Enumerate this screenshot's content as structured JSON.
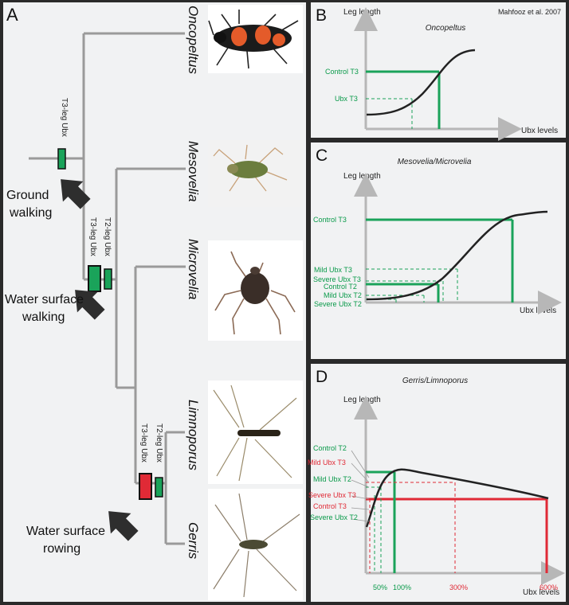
{
  "colors": {
    "frame": "#2b2b2b",
    "panel_bg": "#f1f2f3",
    "tree_gray": "#9a9a9a",
    "green": "#1aa35a",
    "green_text": "#0a9a4a",
    "red": "#e02a36",
    "axis_gray": "#b7b7b7",
    "curve": "#222222",
    "arrow": "#2e2e2e"
  },
  "panel_a": {
    "letter": "A",
    "taxa": [
      "Oncopeltus",
      "Mesovelia",
      "Microvelia",
      "Limnoporus",
      "Gerris"
    ],
    "arrow_labels": {
      "ground_1": "Ground",
      "ground_2": "walking",
      "surface_walk_1": "Water surface",
      "surface_walk_2": "walking",
      "surface_row_1": "Water surface",
      "surface_row_2": "rowing"
    },
    "box_labels": {
      "t3_leg_ubx": "T3-leg Ubx",
      "t2_leg_ubx": "T2-leg Ubx"
    },
    "icons": [
      "oncopeltus-bug-photo",
      "mesovelia-bug-photo",
      "microvelia-bug-photo",
      "limnoporus-strider-photo",
      "gerris-strider-photo"
    ]
  },
  "panel_b": {
    "letter": "B",
    "citation": "Mahfooz et al. 2007",
    "ylabel": "Leg length",
    "xlabel": "Ubx levels",
    "title": "Oncopeltus",
    "labels": [
      "Control T3",
      "Ubx T3"
    ]
  },
  "panel_c": {
    "letter": "C",
    "ylabel": "Leg length",
    "xlabel": "Ubx levels",
    "title": "Mesovelia/Microvelia",
    "labels": [
      "Control T3",
      "Mild Ubx T3",
      "Severe Ubx T3",
      "Control T2",
      "Mild Ubx T2",
      "Severe Ubx T2"
    ]
  },
  "panel_d": {
    "letter": "D",
    "ylabel": "Leg length",
    "xlabel": "Ubx levels",
    "title": "Gerris/Limnoporus",
    "labels": [
      {
        "text": "Control T2",
        "tone": "green"
      },
      {
        "text": "Mild Ubx T3",
        "tone": "red"
      },
      {
        "text": "Mild Ubx T2",
        "tone": "green"
      },
      {
        "text": "Severe Ubx T3",
        "tone": "red"
      },
      {
        "text": "Control T3",
        "tone": "red"
      },
      {
        "text": "Severe Ubx T2",
        "tone": "green"
      }
    ],
    "ticks": [
      {
        "text": "50%",
        "tone": "green"
      },
      {
        "text": "100%",
        "tone": "green"
      },
      {
        "text": "300%",
        "tone": "red"
      },
      {
        "text": "600%",
        "tone": "red"
      }
    ]
  }
}
